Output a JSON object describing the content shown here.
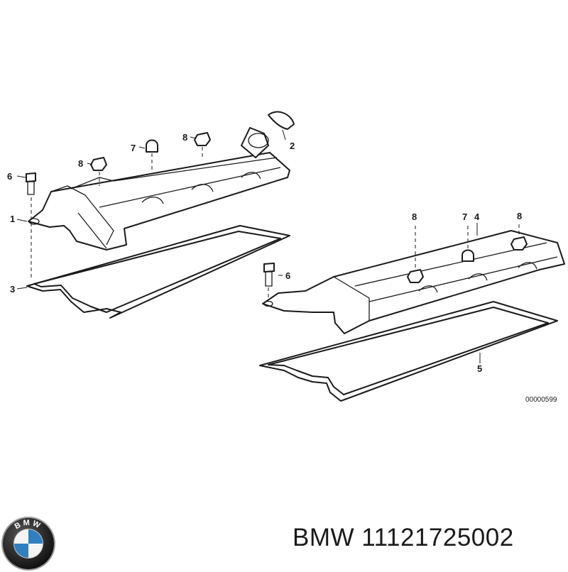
{
  "diagram": {
    "callouts": {
      "c1": "1",
      "c2": "2",
      "c3": "3",
      "c4": "4",
      "c5": "5",
      "c6a": "6",
      "c6b": "6",
      "c7a": "7",
      "c7b": "7",
      "c8a": "8",
      "c8b": "8",
      "c8c": "8",
      "c8d": "8"
    },
    "reference_code": "00000599"
  },
  "footer": {
    "brand": "BMW",
    "part_number": "11121725002",
    "logo_letters": "BMW"
  },
  "colors": {
    "line": "#1a1a1a",
    "background": "#ffffff",
    "logo_blue": "#2f7fc1"
  }
}
